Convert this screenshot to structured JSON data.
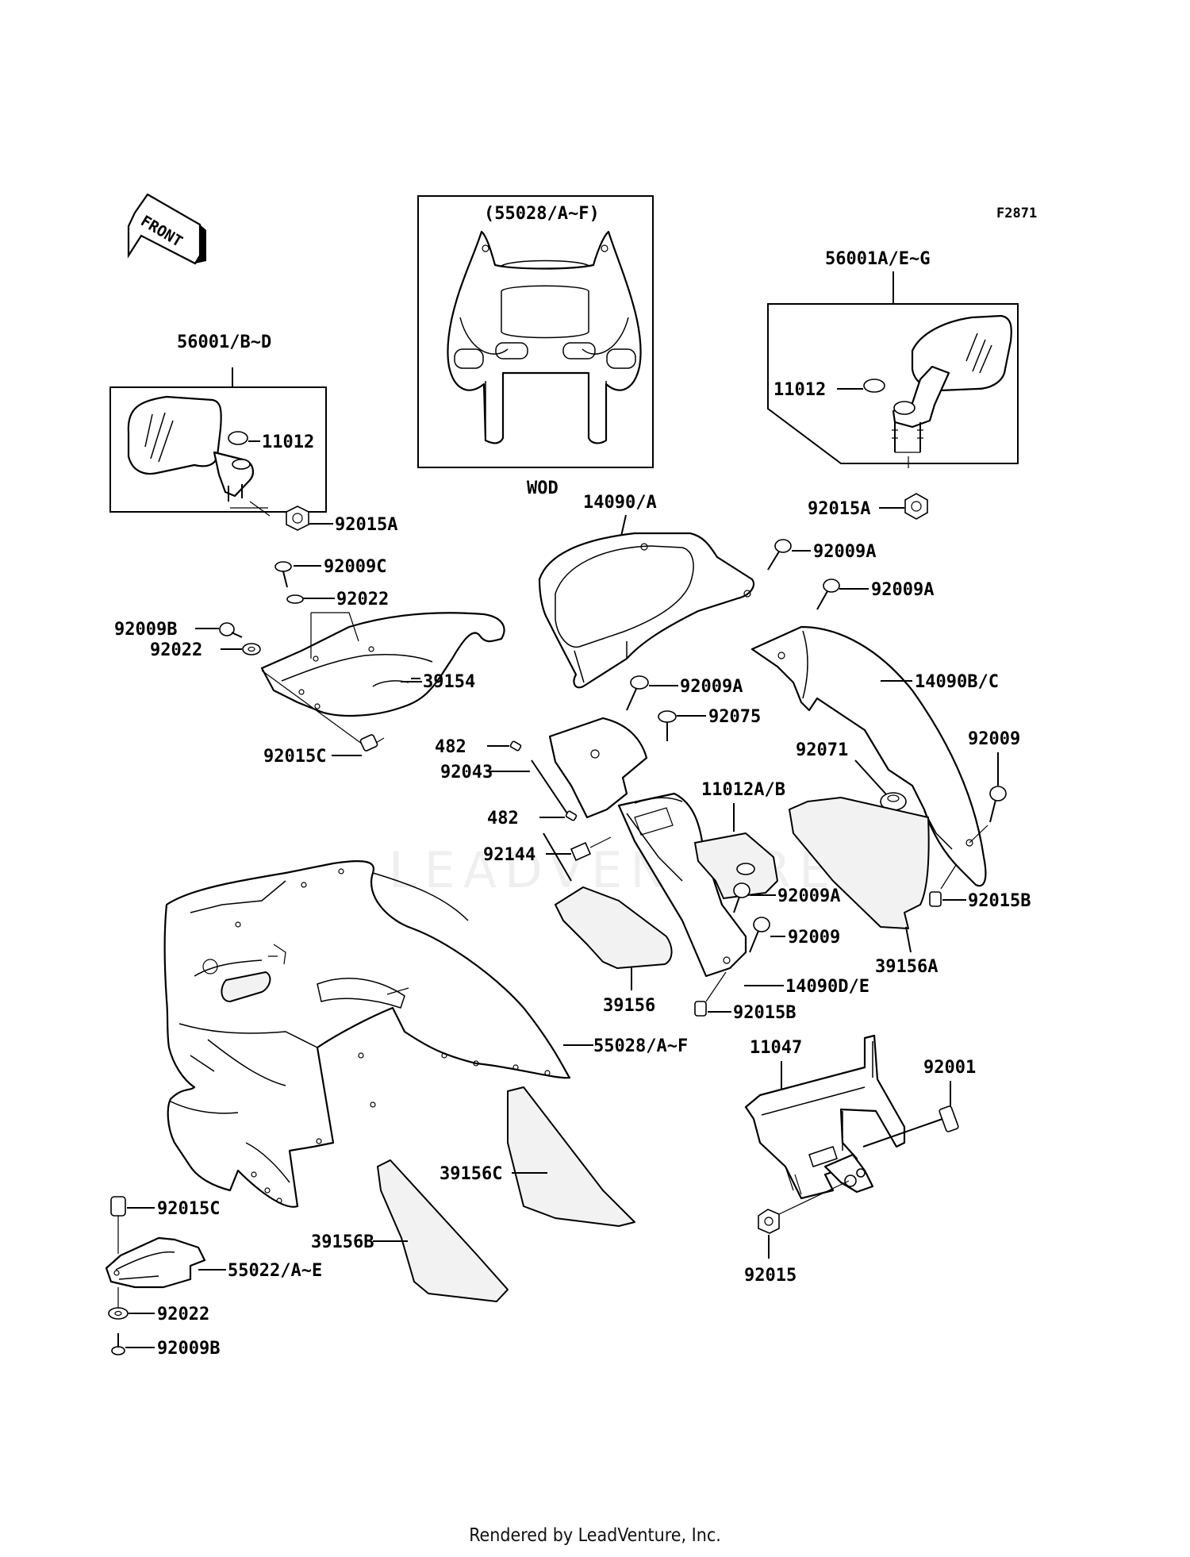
{
  "diagram": {
    "figure_code": "F2871",
    "front_arrow": "FRONT",
    "watermark": "LEADVENTURE",
    "variant_note": "WOD",
    "footer": "Rendered by LeadVenture, Inc."
  },
  "labels": {
    "l_55028_box": "(55028/A~F)",
    "l_56001_bd": "56001/B~D",
    "l_56001_aeg": "56001A/E~G",
    "l_11012_left": "11012",
    "l_11012_right": "11012",
    "l_92015a_left": "92015A",
    "l_92015a_right": "92015A",
    "l_14090_a": "14090/A",
    "l_92009a_1": "92009A",
    "l_92009a_2": "92009A",
    "l_92009a_3": "92009A",
    "l_92009a_4": "92009A",
    "l_92009c": "92009C",
    "l_92022_1": "92022",
    "l_92009b_1": "92009B",
    "l_92022_2": "92022",
    "l_39154": "39154",
    "l_92015c_1": "92015C",
    "l_14090bc": "14090B/C",
    "l_92075": "92075",
    "l_482_1": "482",
    "l_92043": "92043",
    "l_11012ab": "11012A/B",
    "l_92071": "92071",
    "l_92009_1": "92009",
    "l_482_2": "482",
    "l_92144": "92144",
    "l_92015b_1": "92015B",
    "l_92009_2": "92009",
    "l_39156a": "39156A",
    "l_14090de": "14090D/E",
    "l_39156": "39156",
    "l_92015b_2": "92015B",
    "l_55028_main": "55028/A~F",
    "l_11047": "11047",
    "l_92001": "92001",
    "l_39156c": "39156C",
    "l_92015c_2": "92015C",
    "l_39156b": "39156B",
    "l_55022": "55022/A~E",
    "l_92022_3": "92022",
    "l_92009b_2": "92009B",
    "l_92015": "92015"
  }
}
